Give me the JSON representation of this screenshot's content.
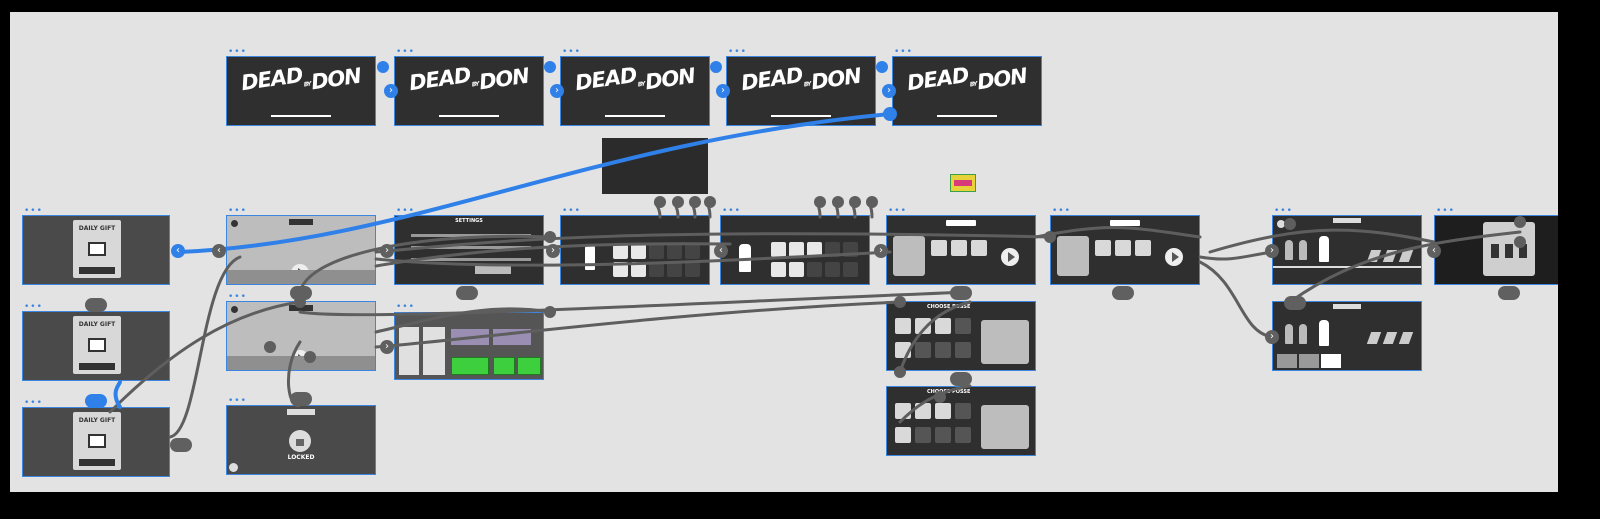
{
  "title_screens": {
    "logo_line1": "DEAD",
    "logo_by": "BY",
    "logo_line2": "DON"
  },
  "daily_gift": {
    "title": "DAILY GIFT"
  },
  "settings": {
    "title": "SETTINGS"
  },
  "posse": {
    "title_a": "CHOOSE POSSE",
    "title_b": "CHOOSE POSSE"
  },
  "locked": {
    "label": "LOCKED"
  },
  "icons": {
    "play": "play-icon",
    "lock": "lock-icon",
    "chevron": "chevron-icon",
    "back": "back-arrow-icon",
    "pause": "pause-icon"
  },
  "colors": {
    "canvas": "#e3e3e3",
    "frame_border": "#3a86e0",
    "wire_grey": "#5e5e5e",
    "wire_blue": "#2f80e8",
    "frame_fill": "#2f2f2f",
    "highlight_green": "#3ecf3e"
  }
}
